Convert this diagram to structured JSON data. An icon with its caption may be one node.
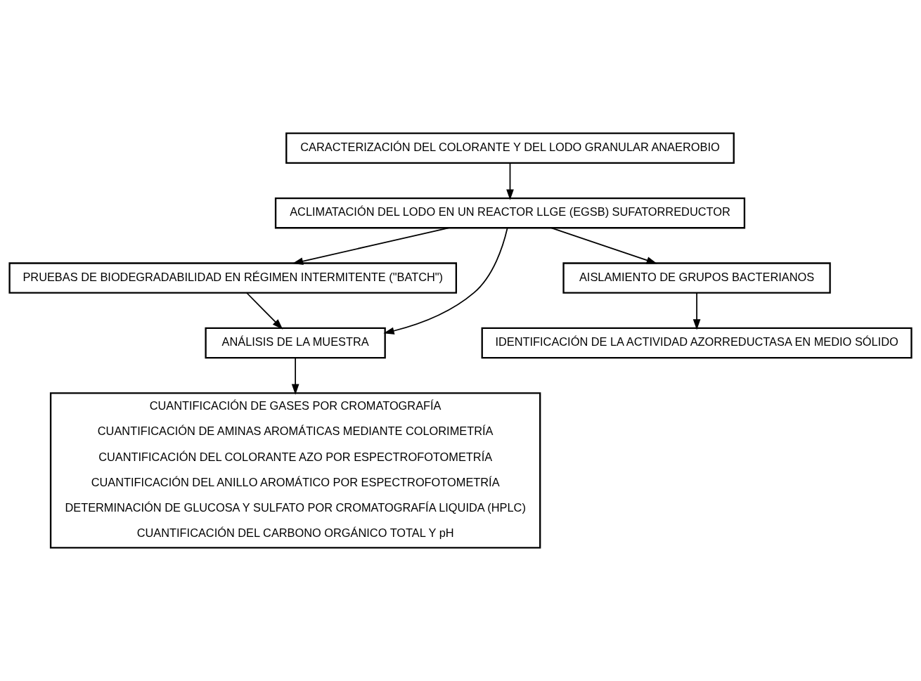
{
  "diagram": {
    "nodes": [
      {
        "text": [
          "CARACTERIZACIÓN DEL COLORANTE Y DEL LODO GRANULAR ANAEROBIO"
        ]
      },
      {
        "text": [
          "ACLIMATACIÓN DEL LODO EN UN REACTOR LLGE (EGSB) SUFATORREDUCTOR"
        ]
      },
      {
        "text": [
          "PRUEBAS DE BIODEGRADABILIDAD EN RÉGIMEN INTERMITENTE (\"BATCH\")"
        ]
      },
      {
        "text": [
          "ANÁLISIS DE LA MUESTRA"
        ]
      },
      {
        "text": [
          "AISLAMIENTO DE GRUPOS BACTERIANOS"
        ]
      },
      {
        "text": [
          "IDENTIFICACIÓN DE LA ACTIVIDAD AZORREDUCTASA EN MEDIO SÓLIDO"
        ]
      },
      {
        "text": [
          "CUANTIFICACIÓN DE GASES POR CROMATOGRAFÍA",
          "CUANTIFICACIÓN DE AMINAS AROMÁTICAS MEDIANTE COLORIMETRÍA",
          "CUANTIFICACIÓN DEL COLORANTE AZO POR ESPECTROFOTOMETRÍA",
          "CUANTIFICACIÓN DEL ANILLO AROMÁTICO POR ESPECTROFOTOMETRÍA",
          "DETERMINACIÓN DE GLUCOSA Y SULFATO POR CROMATOGRAFÍA LIQUIDA (HPLC)",
          "CUANTIFICACIÓN DEL CARBONO ORGÁNICO TOTAL Y pH"
        ]
      }
    ],
    "edges": [
      {
        "from": 0,
        "to": 1,
        "arrow": "to"
      },
      {
        "from": 1,
        "to": 2,
        "arrow": "to"
      },
      {
        "from": 1,
        "to": 3,
        "arrow": "to"
      },
      {
        "from": 2,
        "to": 3,
        "arrow": "to"
      },
      {
        "from": 1,
        "to": 4,
        "arrow": "to"
      },
      {
        "from": 3,
        "to": 6,
        "arrow": "to"
      },
      {
        "from": 4,
        "to": 5,
        "arrow": "to"
      }
    ]
  }
}
